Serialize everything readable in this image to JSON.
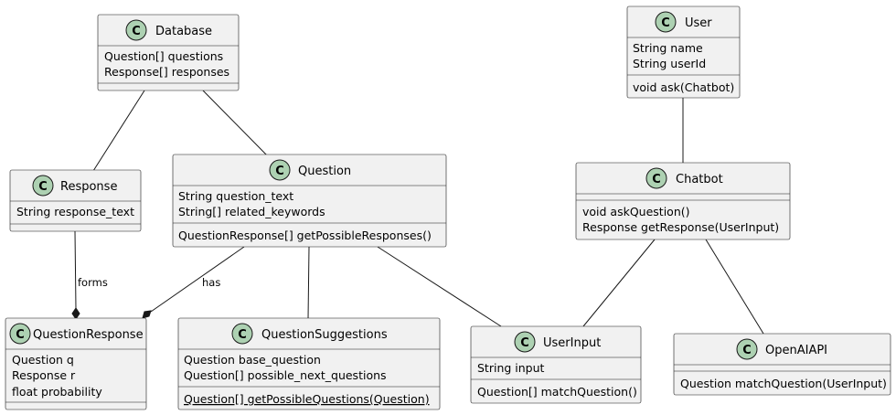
{
  "class_glyph": "C",
  "classes": {
    "database": {
      "name": "Database",
      "fields": [
        "Question[] questions",
        "Response[] responses"
      ],
      "methods": []
    },
    "user": {
      "name": "User",
      "fields": [
        "String name",
        "String userId"
      ],
      "methods": [
        "void ask(Chatbot)"
      ]
    },
    "response": {
      "name": "Response",
      "fields": [
        "String response_text"
      ],
      "methods": []
    },
    "question": {
      "name": "Question",
      "fields": [
        "String question_text",
        "String[] related_keywords"
      ],
      "methods": [
        "QuestionResponse[] getPossibleResponses()"
      ]
    },
    "chatbot": {
      "name": "Chatbot",
      "fields": [],
      "methods": [
        "void askQuestion()",
        "Response getResponse(UserInput)"
      ]
    },
    "question_response": {
      "name": "QuestionResponse",
      "fields": [
        "Question q",
        "Response r",
        "float probability"
      ],
      "methods": []
    },
    "question_suggestions": {
      "name": "QuestionSuggestions",
      "fields": [
        "Question base_question",
        "Question[] possible_next_questions"
      ],
      "methods": [
        "Question[] getPossibleQuestions(Question)"
      ]
    },
    "user_input": {
      "name": "UserInput",
      "fields": [
        "String input"
      ],
      "methods": [
        "Question[] matchQuestion()"
      ]
    },
    "openai_api": {
      "name": "OpenAIAPI",
      "fields": [],
      "methods": [
        "Question matchQuestion(UserInput)"
      ]
    }
  },
  "relations": [
    {
      "from": "Database",
      "to": "Response",
      "kind": "association",
      "label": ""
    },
    {
      "from": "Database",
      "to": "Question",
      "kind": "association",
      "label": ""
    },
    {
      "from": "User",
      "to": "Chatbot",
      "kind": "association",
      "label": ""
    },
    {
      "from": "Response",
      "to": "QuestionResponse",
      "kind": "composition",
      "label": "forms"
    },
    {
      "from": "Question",
      "to": "QuestionResponse",
      "kind": "composition",
      "label": "has"
    },
    {
      "from": "Question",
      "to": "QuestionSuggestions",
      "kind": "association",
      "label": ""
    },
    {
      "from": "Question",
      "to": "UserInput",
      "kind": "association",
      "label": ""
    },
    {
      "from": "Chatbot",
      "to": "UserInput",
      "kind": "association",
      "label": ""
    },
    {
      "from": "Chatbot",
      "to": "OpenAIAPI",
      "kind": "association",
      "label": ""
    }
  ]
}
